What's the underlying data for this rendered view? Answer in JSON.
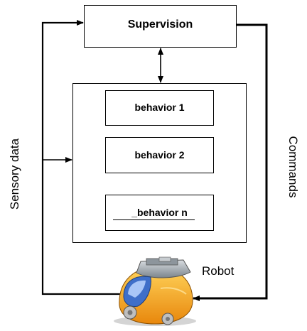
{
  "diagram": {
    "supervision_label": "Supervision",
    "behaviors": [
      "behavior 1",
      "behavior 2",
      "_behavior n"
    ],
    "left_label": "Sensory data",
    "right_label": "Commands",
    "robot_label": "Robot"
  },
  "colors": {
    "line": "#000000",
    "robot_shell": "#f2a21a",
    "robot_top": "#9ea6ad",
    "robot_window": "#3f6fc9"
  }
}
